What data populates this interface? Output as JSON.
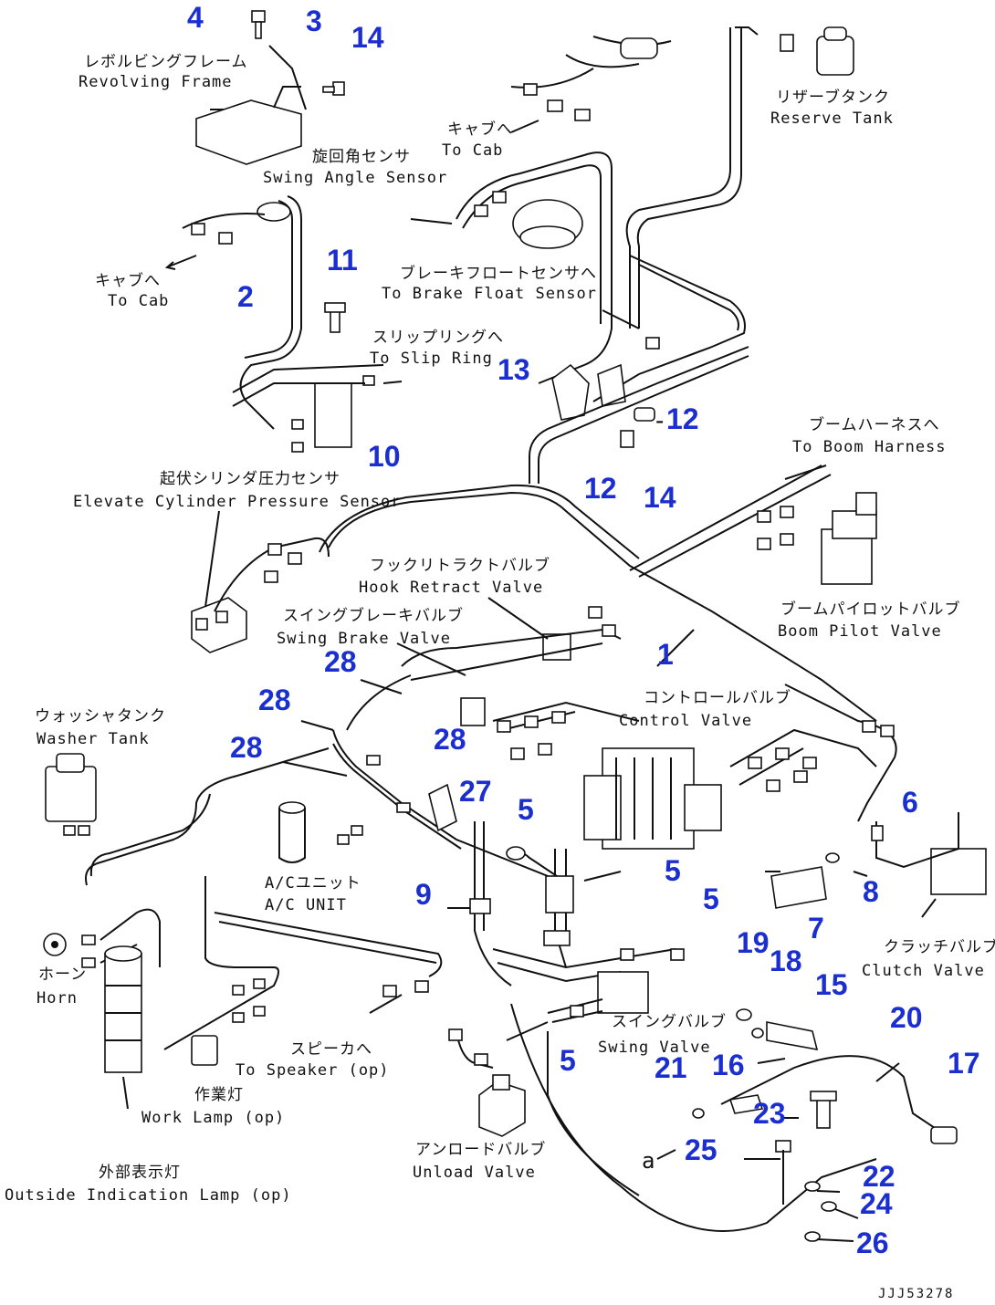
{
  "diagram": {
    "labels": {
      "revolving_frame_jp": "レボルビングフレーム",
      "revolving_frame_en": "Revolving Frame",
      "reserve_tank_jp": "リザーブタンク",
      "reserve_tank_en": "Reserve Tank",
      "to_cab_top_jp": "キャブへ",
      "to_cab_top_en": "To Cab",
      "swing_angle_sensor_jp": "旋回角センサ",
      "swing_angle_sensor_en": "Swing Angle Sensor",
      "to_cab_left_jp": "キャブへ",
      "to_cab_left_en": "To Cab",
      "brake_float_sensor_jp": "ブレーキフロートセンサへ",
      "brake_float_sensor_en": "To Brake Float Sensor",
      "slip_ring_jp": "スリップリングへ",
      "slip_ring_en": "To Slip Ring",
      "boom_harness_jp": "ブームハーネスへ",
      "boom_harness_en": "To Boom Harness",
      "elevate_sensor_jp": "起伏シリンダ圧力センサ",
      "elevate_sensor_en": "Elevate Cylinder Pressure Sensor",
      "hook_retract_jp": "フックリトラクトバルブ",
      "hook_retract_en": "Hook Retract Valve",
      "boom_pilot_jp": "ブームパイロットバルブ",
      "boom_pilot_en": "Boom Pilot Valve",
      "swing_brake_jp": "スイングブレーキバルブ",
      "swing_brake_en": "Swing Brake Valve",
      "washer_tank_jp": "ウォッシャタンク",
      "washer_tank_en": "Washer Tank",
      "control_valve_jp": "コントロールバルブ",
      "control_valve_en": "Control Valve",
      "ac_unit_jp": "A/Cユニット",
      "ac_unit_en": "A/C UNIT",
      "horn_jp": "ホーン",
      "horn_en": "Horn",
      "clutch_valve_jp": "クラッチバルブ",
      "clutch_valve_en": "Clutch Valve",
      "speaker_jp": "スピーカへ",
      "speaker_en": "To Speaker (op)",
      "swing_valve_jp": "スイングバルブ",
      "swing_valve_en": "Swing Valve",
      "work_lamp_jp": "作業灯",
      "work_lamp_en": "Work Lamp (op)",
      "outside_lamp_jp": "外部表示灯",
      "outside_lamp_en": "Outside Indication Lamp (op)",
      "unload_valve_jp": "アンロードバルブ",
      "unload_valve_en": "Unload Valve",
      "ref_a": "a",
      "drawing_code": "JJJ53278"
    },
    "callouts": [
      "4",
      "3",
      "14",
      "2",
      "11",
      "13",
      "12",
      "12",
      "14",
      "10",
      "1",
      "28",
      "28",
      "28",
      "28",
      "27",
      "5",
      "5",
      "5",
      "5",
      "9",
      "6",
      "8",
      "7",
      "19",
      "18",
      "15",
      "20",
      "21",
      "16",
      "17",
      "23",
      "25",
      "22",
      "24",
      "26"
    ]
  }
}
